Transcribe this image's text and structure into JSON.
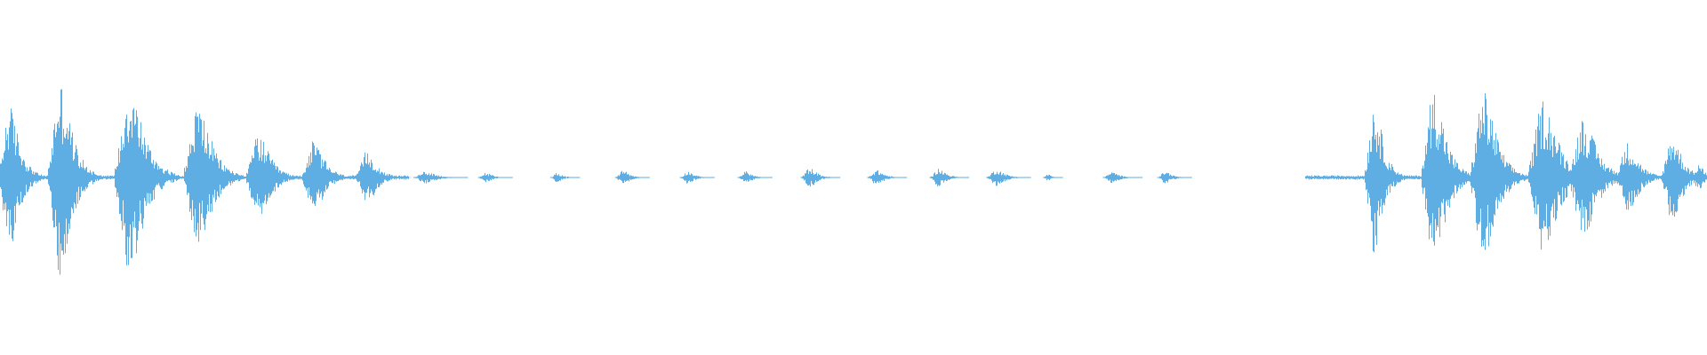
{
  "waveform": {
    "color": "#5faee3",
    "background": "#ffffff",
    "baseline_fraction": 0.5,
    "amplitude_scale": 0.2,
    "duration_samples": 1920,
    "bursts": [
      {
        "center": 10,
        "width": 22,
        "peak": 1.05
      },
      {
        "center": 67,
        "width": 26,
        "peak": 1.38
      },
      {
        "center": 145,
        "width": 32,
        "peak": 1.34
      },
      {
        "center": 222,
        "width": 30,
        "peak": 1.05
      },
      {
        "center": 290,
        "width": 26,
        "peak": 0.62
      },
      {
        "center": 352,
        "width": 24,
        "peak": 0.52
      },
      {
        "center": 412,
        "width": 22,
        "peak": 0.38
      },
      {
        "center": 478,
        "width": 22,
        "peak": 0.09
      },
      {
        "center": 546,
        "width": 14,
        "peak": 0.07
      },
      {
        "center": 626,
        "width": 12,
        "peak": 0.07
      },
      {
        "center": 700,
        "width": 14,
        "peak": 0.11
      },
      {
        "center": 773,
        "width": 14,
        "peak": 0.09
      },
      {
        "center": 838,
        "width": 14,
        "peak": 0.09
      },
      {
        "center": 910,
        "width": 16,
        "peak": 0.14
      },
      {
        "center": 985,
        "width": 16,
        "peak": 0.11
      },
      {
        "center": 1055,
        "width": 16,
        "peak": 0.13
      },
      {
        "center": 1120,
        "width": 18,
        "peak": 0.12
      },
      {
        "center": 1178,
        "width": 8,
        "peak": 0.05
      },
      {
        "center": 1250,
        "width": 16,
        "peak": 0.08
      },
      {
        "center": 1310,
        "width": 14,
        "peak": 0.09
      },
      {
        "center": 1545,
        "width": 20,
        "peak": 1.08
      },
      {
        "center": 1612,
        "width": 26,
        "peak": 1.28
      },
      {
        "center": 1668,
        "width": 28,
        "peak": 1.25
      },
      {
        "center": 1735,
        "width": 32,
        "peak": 1.12
      },
      {
        "center": 1780,
        "width": 30,
        "peak": 0.86
      },
      {
        "center": 1830,
        "width": 24,
        "peak": 0.5
      },
      {
        "center": 1880,
        "width": 22,
        "peak": 0.62
      },
      {
        "center": 1910,
        "width": 12,
        "peak": 0.2
      }
    ],
    "low_noise_segments": [
      {
        "from": 0,
        "to": 460,
        "level": 0.03
      },
      {
        "from": 1468,
        "to": 1920,
        "level": 0.03
      }
    ]
  }
}
